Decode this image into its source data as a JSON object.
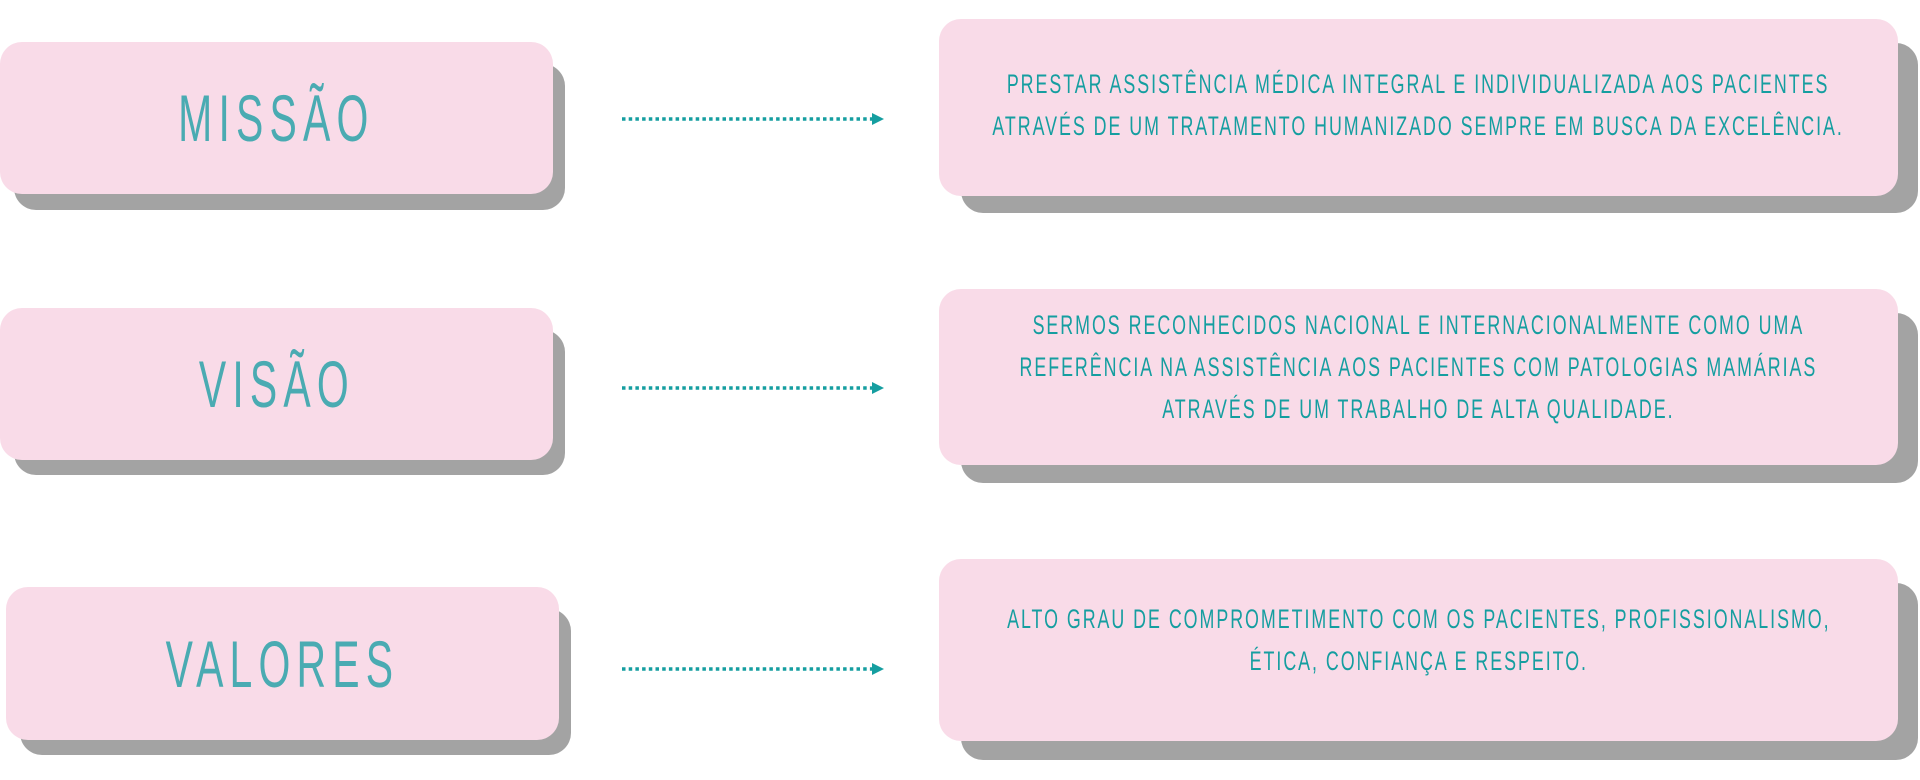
{
  "colors": {
    "card_background": "#f9dbe8",
    "card_shadow": "#a3a3a3",
    "label_text": "#4aabb2",
    "description_text": "#159ea0",
    "arrow": "#159ea0"
  },
  "rows": [
    {
      "label": "MISSÃO",
      "description_lines": [
        "PRESTAR ASSISTÊNCIA MÉDICA INTEGRAL E INDIVIDUALIZADA AOS PACIENTES",
        "ATRAVÉS DE UM TRATAMENTO HUMANIZADO SEMPRE EM BUSCA DA EXCELÊNCIA."
      ],
      "arrow_icon": "dotted-arrow-right"
    },
    {
      "label": "VISÃO",
      "description_lines": [
        "SERMOS RECONHECIDOS NACIONAL E INTERNACIONALMENTE COMO UMA",
        "REFERÊNCIA NA ASSISTÊNCIA AOS PACIENTES COM PATOLOGIAS MAMÁRIAS",
        "ATRAVÉS DE UM TRABALHO DE ALTA QUALIDADE."
      ],
      "arrow_icon": "dotted-arrow-right"
    },
    {
      "label": "VALORES",
      "description_lines": [
        "ALTO GRAU DE COMPROMETIMENTO COM OS PACIENTES, PROFISSIONALISMO,",
        "ÉTICA, CONFIANÇA E RESPEITO."
      ],
      "arrow_icon": "dotted-arrow-right"
    }
  ]
}
